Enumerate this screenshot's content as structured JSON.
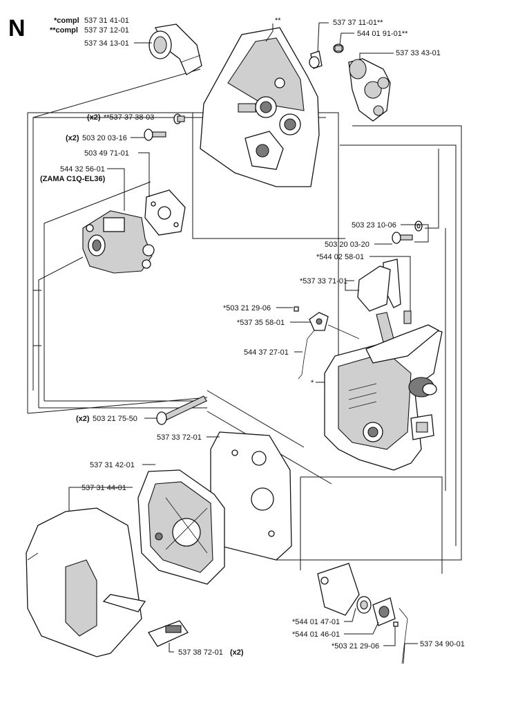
{
  "section_letter": "N",
  "header": {
    "compl1_prefix": "*compl",
    "compl1_number": "537 31 41-01",
    "compl2_prefix": "**compl",
    "compl2_number": "537 37 12-01"
  },
  "callouts": {
    "c01": "537 34 13-01",
    "c02": "**",
    "c03": "537 37 11-01**",
    "c04": "544 01 91-01**",
    "c05": "537 33 43-01",
    "c06_qty": "(x2)",
    "c06": "**537 37 38-03",
    "c07_qty": "(x2)",
    "c07": "503 20 03-16",
    "c08": "503 49 71-01",
    "c09": "544 32 56-01",
    "c09_note": "(ZAMA C1Q-EL36)",
    "c10": "503 23 10-06",
    "c11": "503 20 03-20",
    "c12": "*544 02 58-01",
    "c13": "*537 33 71-01",
    "c14": "*503 21 29-06",
    "c15": "*537 35 58-01",
    "c16": "544 37 27-01",
    "c17": "*",
    "c18_qty": "(x2)",
    "c18": "503 21 75-50",
    "c19": "537 33 72-01",
    "c20": "537 31 42-01",
    "c21": "537 31 44-01",
    "c22": "537 38 72-01",
    "c22_qty": "(x2)",
    "c23": "*544 01 47-01",
    "c24": "*544 01 46-01",
    "c25": "*503 21 29-06",
    "c26": "537 34 90-01"
  }
}
